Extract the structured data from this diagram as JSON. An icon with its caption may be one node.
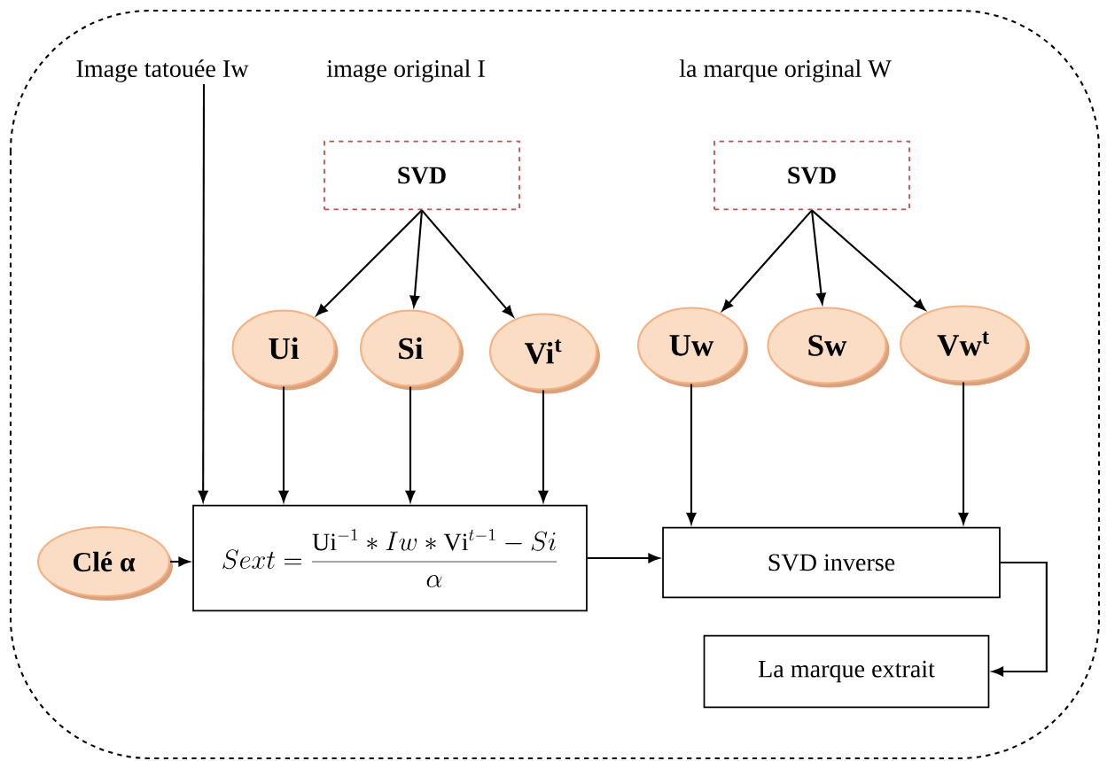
{
  "diagram": {
    "nodes": [
      {
        "text": [
          "Image tatouée Iw"
        ]
      },
      {
        "text": [
          "SVD"
        ]
      },
      {
        "text": [
          "SVD"
        ]
      },
      {
        "text": [
          "Ui"
        ]
      },
      {
        "text": [
          "Si"
        ]
      },
      {
        "text": [
          "Vi$^{t}$"
        ]
      },
      {
        "text": [
          "Uw"
        ]
      },
      {
        "text": [
          "Sw"
        ]
      },
      {
        "text": [
          "Vw$^{t}$"
        ]
      },
      {
        "text": [
          "Clé α"
        ]
      },
      {
        "text": [
          "Sext=\\frac{\\mathrm{Ui}^{-1}*Iw*\\mathrm{Vi}^{t-1}-Si}{\\alpha}"
        ]
      },
      {
        "text": [
          "SVD inverse"
        ]
      },
      {
        "text": [
          "La marque extrait"
        ]
      }
    ],
    "edges": [
      {
        "from": 0,
        "to": 10,
        "arrow": "to"
      },
      {
        "from": 1,
        "to": 3,
        "arrow": "to"
      },
      {
        "from": 1,
        "to": 4,
        "arrow": "to"
      },
      {
        "from": 1,
        "to": 5,
        "arrow": "to"
      },
      {
        "from": 2,
        "to": 6,
        "arrow": "to"
      },
      {
        "from": 2,
        "to": 7,
        "arrow": "to"
      },
      {
        "from": 2,
        "to": 8,
        "arrow": "to"
      },
      {
        "from": 3,
        "to": 10,
        "arrow": "to"
      },
      {
        "from": 4,
        "to": 10,
        "arrow": "to"
      },
      {
        "from": 5,
        "to": 10,
        "arrow": "to"
      },
      {
        "from": 6,
        "to": 11,
        "arrow": "to"
      },
      {
        "from": 8,
        "to": 11,
        "arrow": "to"
      },
      {
        "from": 9,
        "to": 10,
        "arrow": "to"
      },
      {
        "from": 10,
        "to": 11,
        "arrow": "to"
      },
      {
        "from": 11,
        "to": 12,
        "arrow": "to"
      }
    ],
    "labels": [
      "image original I",
      "la marque original W"
    ]
  }
}
